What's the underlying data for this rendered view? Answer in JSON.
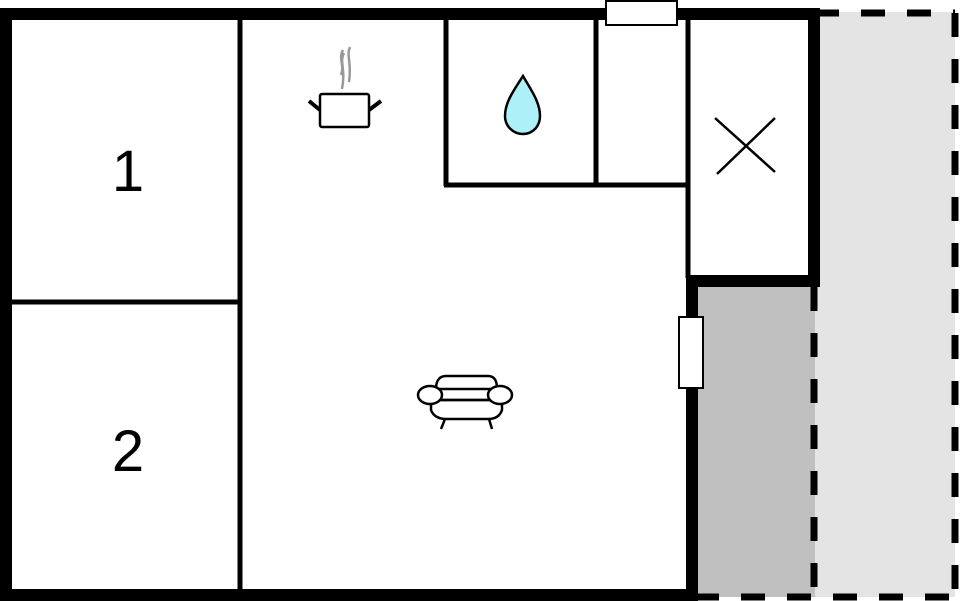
{
  "floorplan": {
    "rooms": [
      {
        "id": "bedroom-1",
        "label": "1"
      },
      {
        "id": "bedroom-2",
        "label": "2"
      },
      {
        "id": "living-kitchen",
        "label": ""
      },
      {
        "id": "bathroom",
        "label": ""
      },
      {
        "id": "hall",
        "label": ""
      },
      {
        "id": "storage",
        "label": ""
      },
      {
        "id": "covered-terrace",
        "label": ""
      },
      {
        "id": "open-terrace",
        "label": ""
      }
    ],
    "icons": [
      "kitchen-pot-icon",
      "water-drop-icon",
      "sofa-icon",
      "storage-cross-icon"
    ],
    "colors": {
      "wall": "#000000",
      "background": "#ffffff",
      "water_drop": "#aef0f8",
      "covered_terrace": "#c0c0c0",
      "open_terrace": "#e4e4e4",
      "steam": "#999999"
    }
  }
}
